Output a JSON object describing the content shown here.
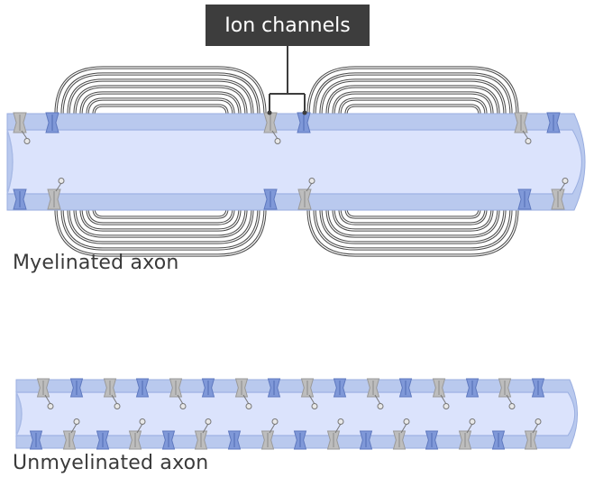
{
  "callout": {
    "label": "Ion channels"
  },
  "captions": {
    "myelinated": "Myelinated axon",
    "unmyelinated": "Unmyelinated axon"
  },
  "colors": {
    "membrane": "#b9c9ee",
    "membrane_edge": "#9aaee0",
    "lumen": "#dbe3fc",
    "blue_channel": "#7f98d8",
    "grey_channel": "#bdbdbd",
    "myelin": "#4a4a4a",
    "callout_bg": "#3d3d3d"
  },
  "icons": [
    "ion-channel-blue-icon",
    "ion-channel-grey-icon",
    "myelin-sheath-icon"
  ]
}
